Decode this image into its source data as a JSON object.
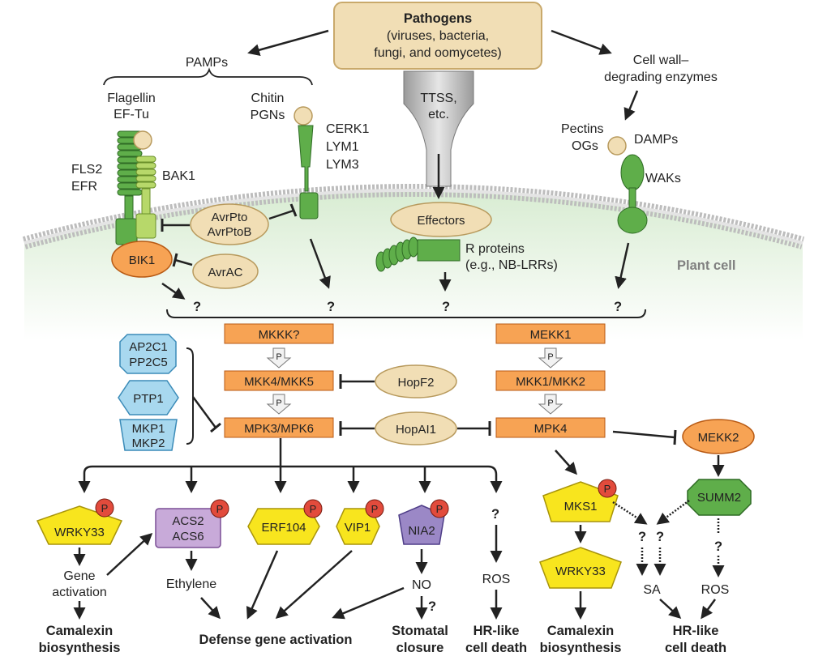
{
  "pathogens": {
    "title": "Pathogens",
    "line1": "(viruses, bacteria,",
    "line2": "fungi, and oomycetes)"
  },
  "pamps": "PAMPs",
  "cell_wall_enzymes": {
    "line1": "Cell wall–",
    "line2": "degrading enzymes"
  },
  "ttss": {
    "line1": "TTSS,",
    "line2": "etc."
  },
  "flagellin": {
    "line1": "Flagellin",
    "line2": "EF-Tu"
  },
  "chitin": {
    "line1": "Chitin",
    "line2": "PGNs"
  },
  "cerk": {
    "line1": "CERK1",
    "line2": "LYM1",
    "line3": "LYM3"
  },
  "fls2": {
    "line1": "FLS2",
    "line2": "EFR"
  },
  "bak1": "BAK1",
  "pectins": {
    "line1": "Pectins",
    "line2": "OGs"
  },
  "damps": "DAMPs",
  "waks": "WAKs",
  "avrpto": {
    "line1": "AvrPto",
    "line2": "AvrPtoB"
  },
  "effectors": "Effectors",
  "r_proteins": {
    "line1": "R proteins",
    "line2": "(e.g., NB-LRRs)"
  },
  "bik1": "BIK1",
  "avrac": "AvrAC",
  "plant_cell": "Plant cell",
  "question": "?",
  "phospho": "P",
  "mkkk": "MKKK?",
  "mekk1": "MEKK1",
  "mkk45": "MKK4/MKK5",
  "hopf2": "HopF2",
  "mkk12": "MKK1/MKK2",
  "mpk36": "MPK3/MPK6",
  "hopai1": "HopAI1",
  "mpk4": "MPK4",
  "mekk2": "MEKK2",
  "ap2c1": {
    "line1": "AP2C1",
    "line2": "PP2C5"
  },
  "ptp1": "PTP1",
  "mkp": {
    "line1": "MKP1",
    "line2": "MKP2"
  },
  "wrky33_left": "WRKY33",
  "acs": {
    "line1": "ACS2",
    "line2": "ACS6"
  },
  "erf104": "ERF104",
  "vip1": "VIP1",
  "nia2": "NIA2",
  "mks1": "MKS1",
  "summ2": "SUMM2",
  "wrky33_right": "WRKY33",
  "gene_activation": {
    "line1": "Gene",
    "line2": "activation"
  },
  "ethylene": "Ethylene",
  "no": "NO",
  "ros_left": "ROS",
  "sa": "SA",
  "ros_right": "ROS",
  "out_camalexin_left": {
    "line1": "Camalexin",
    "line2": "biosynthesis"
  },
  "out_defense": "Defense gene activation",
  "out_stomatal": {
    "line1": "Stomatal",
    "line2": "closure"
  },
  "out_hr_left": {
    "line1": "HR-like",
    "line2": "cell death"
  },
  "out_camalexin_right": {
    "line1": "Camalexin",
    "line2": "biosynthesis"
  },
  "out_hr_right": {
    "line1": "HR-like",
    "line2": "cell death"
  },
  "colors": {
    "kinase_orange": "#f7a354",
    "effector_tan": "#f1deb5",
    "receptor_green": "#5fae4a",
    "phosphatase_blue": "#a8d8ef",
    "tf_yellow": "#f8e51e",
    "acs_purple": "#c8aad9",
    "membrane_gray": "#cfcfcf"
  }
}
